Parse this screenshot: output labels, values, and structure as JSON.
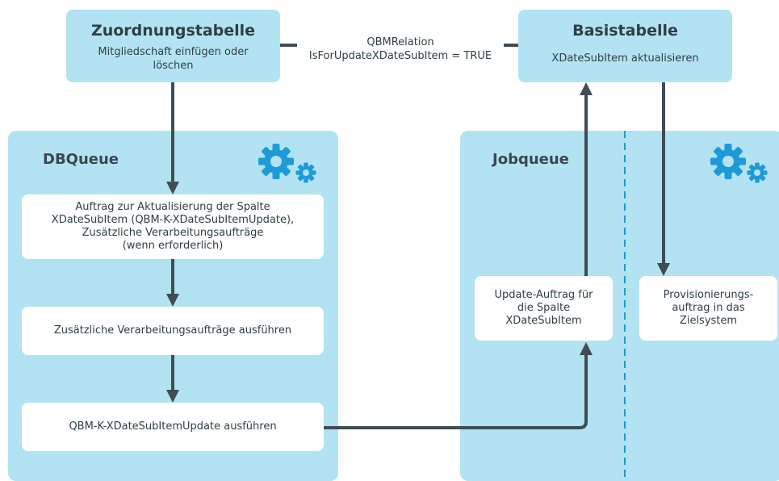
{
  "assoc_table": {
    "title": "Zuordnungstabelle",
    "subtitle": "Mitgliedschaft einfügen oder\nlöschen"
  },
  "base_table": {
    "title": "Basistabelle",
    "subtitle": "XDateSubItem aktualisieren"
  },
  "relation": {
    "line1": "QBMRelation",
    "line2": "IsForUpdateXDateSubItem = TRUE"
  },
  "dbqueue": {
    "title": "DBQueue",
    "steps": [
      "Auftrag zur Aktualisierung der Spalte\nXDateSubItem (QBM-K-XDateSubItemUpdate),\nZusätzliche Verarbeitungsaufträge\n(wenn erforderlich)",
      "Zusätzliche Verarbeitungsaufträge ausführen",
      "QBM-K-XDateSubItemUpdate ausführen"
    ]
  },
  "jobqueue": {
    "title": "Jobqueue",
    "update_job": "Update-Auftrag für\ndie Spalte\nXDateSubItem",
    "provisioning_job": "Provisionierungs-\nauftrag in das\nZielsystem"
  },
  "colors": {
    "panel": "#b3e3f2",
    "arrow": "#3f4d55",
    "gear": "#1e9bd7",
    "divider": "#1e9bd7"
  },
  "icons": [
    "gears-icon"
  ]
}
